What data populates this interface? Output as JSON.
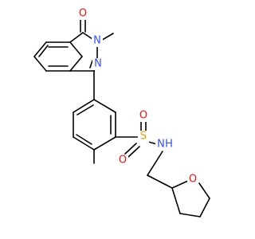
{
  "molecule": {
    "atoms": {
      "O_carbonyl": {
        "text": "O",
        "color": "#ff0d0d"
      },
      "N_methyl": {
        "text": "N",
        "color": "#3050f8"
      },
      "N_ring": {
        "text": "N",
        "color": "#3050f8"
      },
      "S": {
        "text": "S",
        "color": "#e1a000"
      },
      "O_s1": {
        "text": "O",
        "color": "#ff0d0d"
      },
      "O_s2": {
        "text": "O",
        "color": "#ff0d0d"
      },
      "NH": {
        "text": "N",
        "color": "#3050f8"
      },
      "H": {
        "text": "H",
        "color": "#3050f8"
      },
      "O_thf": {
        "text": "O",
        "color": "#ff0d0d"
      }
    }
  }
}
